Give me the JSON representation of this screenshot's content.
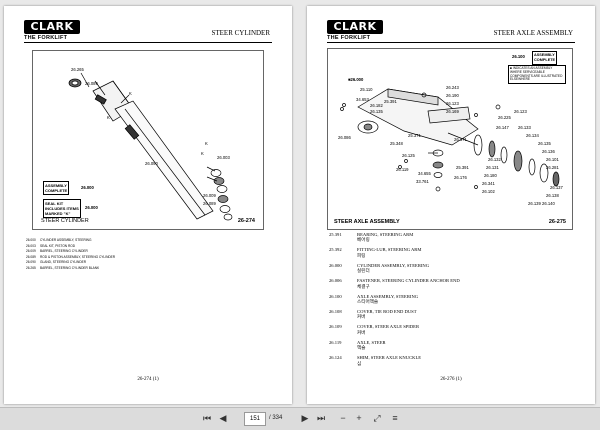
{
  "brand": {
    "name": "CLARK",
    "tagline": "THE FORKLIFT"
  },
  "left_page": {
    "title": "STEER CYLINDER",
    "figure_caption": "STEER CYLINDER",
    "figure_number": "26-274",
    "callouts": [
      "26.265",
      "26.089",
      "K",
      "K",
      "26.090",
      "K",
      "K",
      "26.003",
      "26.009",
      "26.089"
    ],
    "assembly_box": {
      "line1": "ASSEMBLY",
      "line2": "COMPLETE",
      "value": "26.000"
    },
    "seal_box": {
      "line1": "SEAL KIT",
      "line2": "INCLUDES ITEMS",
      "line3": "MARKED \"K\"",
      "value": "26.000"
    },
    "parts": [
      {
        "num": "26.000",
        "desc": "CYLINDER ASSEMBLY, STEERING"
      },
      {
        "num": "26.003",
        "desc": "SEAL KIT, PISTON ROD"
      },
      {
        "num": "26.009",
        "desc": "BARREL, STEERING CYLINDER"
      },
      {
        "num": "26.089",
        "desc": "ROD & PISTON ASSEMBLY, STEERING CYLINDER"
      },
      {
        "num": "26.090",
        "desc": "GLAND, STEERING CYLINDER"
      },
      {
        "num": "26.265",
        "desc": "BARREL, STEERING CYLINDER BLANK"
      }
    ],
    "footer": "26-274 (1)"
  },
  "right_page": {
    "title": "STEER AXLE ASSEMBLY",
    "figure_caption": "STEER AXLE ASSEMBLY",
    "figure_number": "26-275",
    "assembly_box": {
      "value": "26.100",
      "line1": "ASSEMBLY",
      "line2": "COMPLETE"
    },
    "note": "■ INDICATES AN ASSEMBLY WHERE SERVICEABLE COMPONENTS ARE ILLUSTRATED ELSEWHERE",
    "callouts": [
      "■26.000",
      "25.110",
      "34.653",
      "26.182",
      "26.135",
      "25.391",
      "26.243",
      "26.190",
      "26.123",
      "26.169",
      "26.086",
      "25.348",
      "25.371",
      "26.125",
      "26.119",
      "26.371",
      "26.225",
      "26.147",
      "26.123",
      "26.133",
      "26.134",
      "26.135",
      "26.136",
      "26.101",
      "26.281",
      "26.137",
      "26.138",
      "26.140",
      "26.139",
      "26.132",
      "26.131",
      "26.180",
      "26.341",
      "26.102",
      "34.655",
      "33.761",
      "25.391",
      "26.176"
    ],
    "parts": [
      {
        "num": "25.391",
        "desc": "BEARING, STEERING ARM",
        "sub": "베어링"
      },
      {
        "num": "25.392",
        "desc": "FITTING-LUB, STEERING ARM",
        "sub": "피팅"
      },
      {
        "num": "26.000",
        "desc": "CYLINDER ASSEMBLY, STEERING",
        "sub": "실린더"
      },
      {
        "num": "26.006",
        "desc": "FASTENER, STEERING CYLINDER ANCHOR END",
        "sub": "체결구"
      },
      {
        "num": "26.100",
        "desc": "AXLE ASSEMBLY, STEERING",
        "sub": "스티어액슬"
      },
      {
        "num": "26.108",
        "desc": "COVER, TIE ROD END DUST",
        "sub": "커버"
      },
      {
        "num": "26.109",
        "desc": "COVER, STEER AXLE SPIDER",
        "sub": "커버"
      },
      {
        "num": "26.119",
        "desc": "AXLE, STEER",
        "sub": "액슬"
      },
      {
        "num": "26.124",
        "desc": "SHIM, STEER AXLE KNUCKLE",
        "sub": "심"
      }
    ],
    "footer": "26-276 (1)"
  },
  "toolbar": {
    "current_page": "151",
    "total_pages": "/ 334",
    "icons": [
      "first-page-icon",
      "prev-page-icon",
      "next-page-icon",
      "last-page-icon",
      "zoom-out-icon",
      "zoom-in-icon",
      "fit-icon",
      "menu-icon"
    ]
  }
}
